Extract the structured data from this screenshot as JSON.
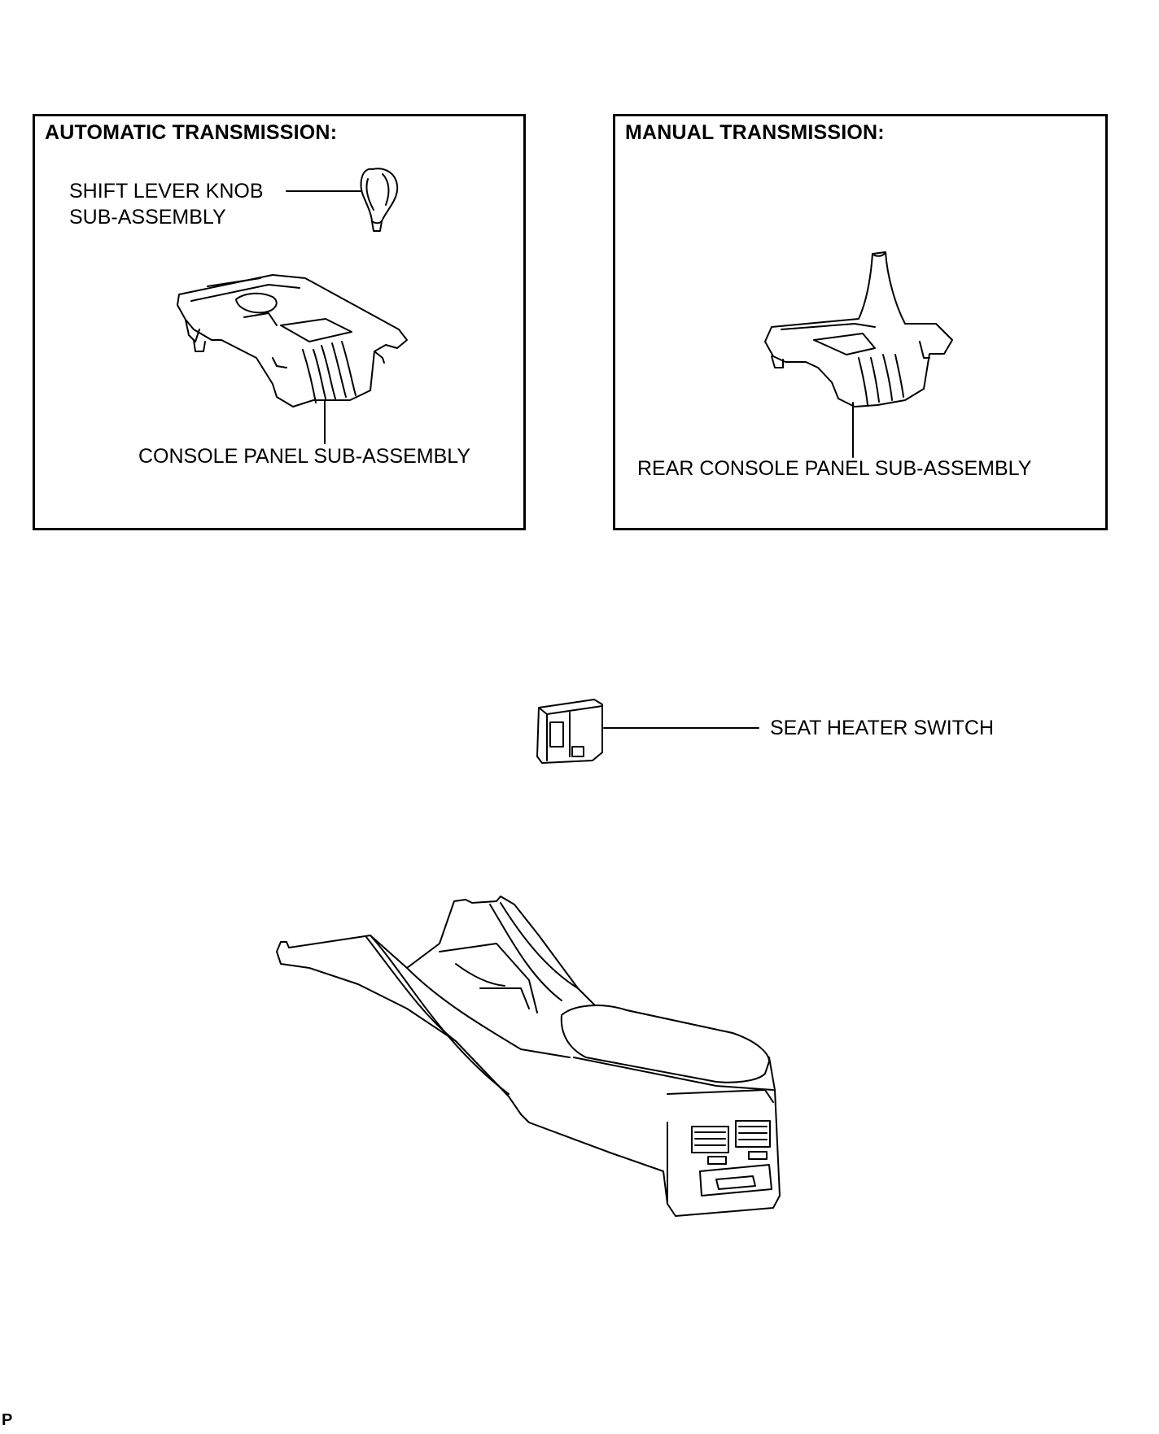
{
  "automatic": {
    "title": "AUTOMATIC TRANSMISSION:",
    "shift_knob_label_line1": "SHIFT LEVER KNOB",
    "shift_knob_label_line2": "SUB-ASSEMBLY",
    "console_panel_label": "CONSOLE PANEL SUB-ASSEMBLY"
  },
  "manual": {
    "title": "MANUAL TRANSMISSION:",
    "rear_console_label": "REAR CONSOLE PANEL SUB-ASSEMBLY"
  },
  "seat_heater_label": "SEAT HEATER SWITCH",
  "figure_ref": "P"
}
